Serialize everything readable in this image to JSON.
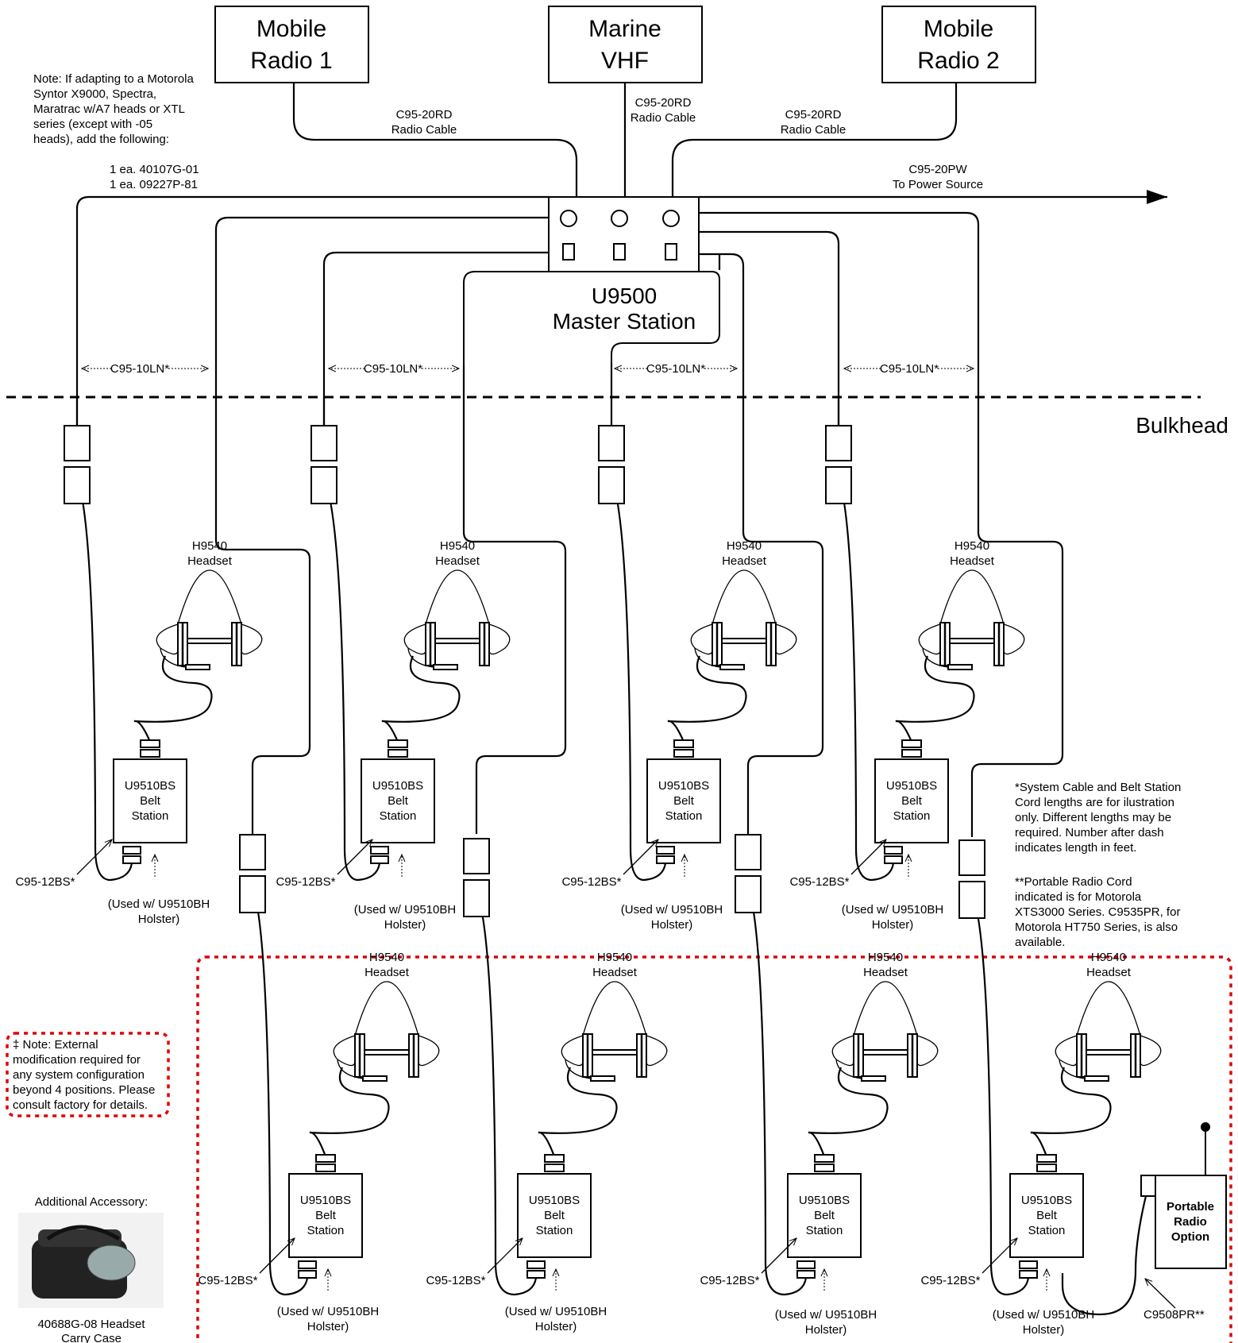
{
  "top_units": [
    {
      "line1": "Mobile",
      "line2": "Radio 1"
    },
    {
      "line1": "Marine",
      "line2": "VHF"
    },
    {
      "line1": "Mobile",
      "line2": "Radio 2"
    }
  ],
  "note_motorola": [
    "Note: If adapting to a Motorola",
    "Syntor X9000, Spectra,",
    "Maratrac w/A7 heads or XTL",
    "series (except with -05",
    "heads), add the following:"
  ],
  "addon_parts": [
    "1 ea. 40107G-01",
    "1 ea. 09227P-81"
  ],
  "cables": {
    "radio1": [
      "C95-20RD",
      "Radio Cable"
    ],
    "vhf": [
      "C95-20RD",
      "Radio Cable"
    ],
    "radio2": [
      "C95-20RD",
      "Radio Cable"
    ],
    "power": [
      "C95-20PW",
      "To Power Source"
    ],
    "system_cable": "C95-10LN*",
    "belt_cord": "C95-12BS*",
    "portable_cord": "C9508PR**"
  },
  "master": {
    "line1": "U9500",
    "line2": "Master Station"
  },
  "bulkhead": "Bulkhead",
  "headset": [
    "H9540",
    "Headset"
  ],
  "belt_station": [
    "U9510BS",
    "Belt",
    "Station"
  ],
  "holster": [
    "(Used w/ U9510BH",
    "Holster)"
  ],
  "portable": [
    "Portable",
    "Radio",
    "Option"
  ],
  "note_system": [
    "*System Cable and Belt Station",
    "Cord lengths are for ilustration",
    "only. Different lengths may be",
    "required. Number after dash",
    "indicates length in feet."
  ],
  "note_portable": [
    "**Portable Radio Cord",
    "indicated is for Motorola",
    "XTS3000 Series. C9535PR, for",
    "Motorola HT750 Series, is also",
    "available."
  ],
  "note_external": [
    "‡ Note: External",
    "modification required for",
    "any system configuration",
    "beyond 4 positions. Please",
    "consult factory for details."
  ],
  "accessory": {
    "heading": "Additional Accessory:",
    "caption": [
      "40688G-08 Headset",
      "Carry Case"
    ]
  },
  "colors": {
    "line": "#000000",
    "expansion_border": "#e00000"
  }
}
